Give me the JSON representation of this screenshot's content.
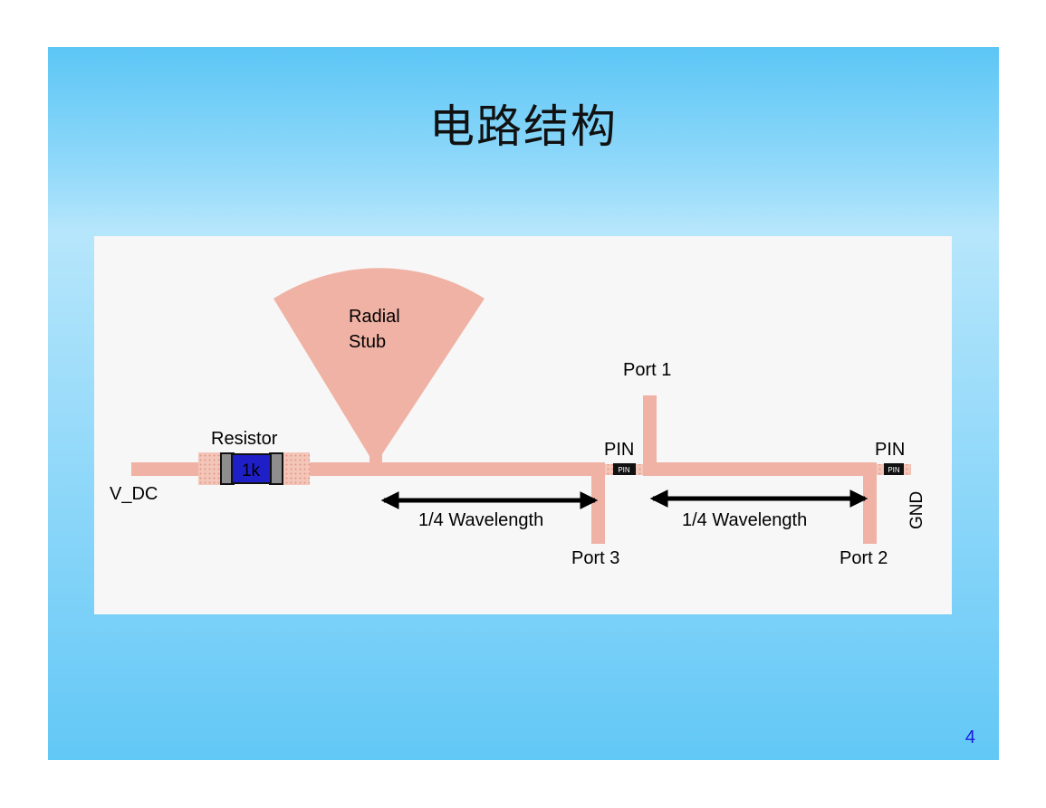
{
  "slide": {
    "title": "电路结构",
    "page_number": "4"
  },
  "diagram": {
    "radial_stub_line1": "Radial",
    "radial_stub_line2": "Stub",
    "resistor_label": "Resistor",
    "resistor_value": "1k",
    "v_dc_label": "V_DC",
    "port1_label": "Port 1",
    "port2_label": "Port 2",
    "port3_label": "Port 3",
    "pin_left_label": "PIN",
    "pin_right_label": "PIN",
    "pin_chip_text": "PIN",
    "gnd_label": "GND",
    "wavelength_left": "1/4 Wavelength",
    "wavelength_right": "1/4 Wavelength",
    "colors": {
      "trace": "#f0b2a4",
      "resistor_body": "#1f1fc8",
      "arrow": "#000000",
      "panel": "#f7f7f7"
    }
  }
}
